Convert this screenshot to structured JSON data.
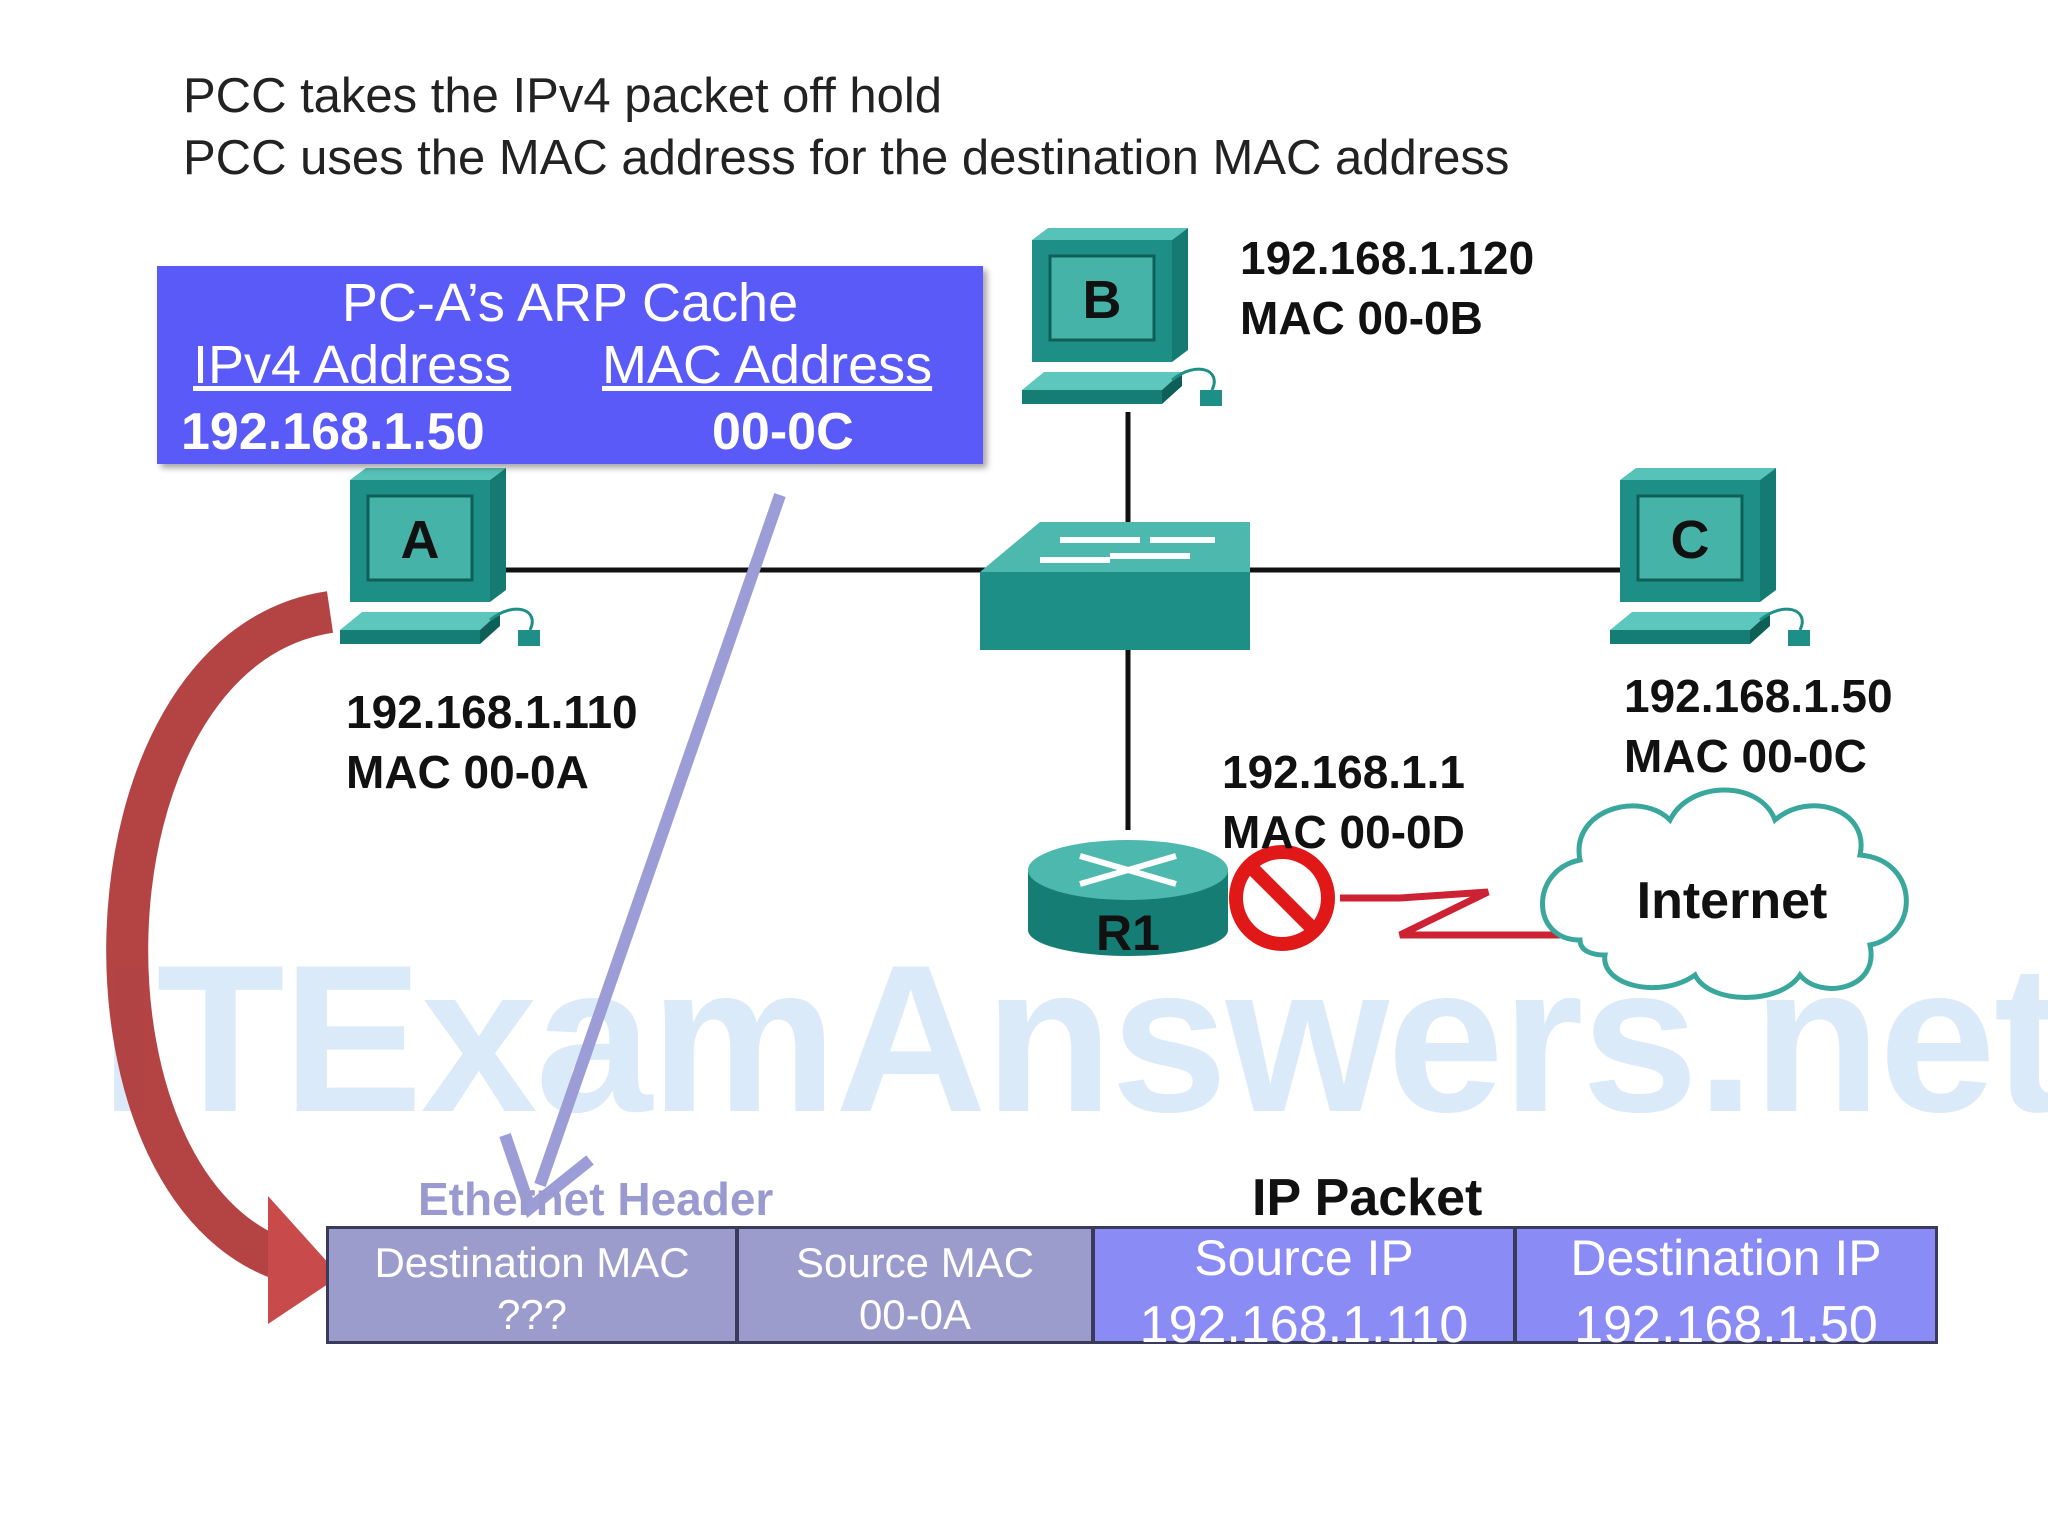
{
  "caption": {
    "line1": "PCC takes the IPv4 packet off hold",
    "line2": "PCC uses the MAC address for the destination MAC address"
  },
  "arp_cache": {
    "title": "PC-A’s ARP Cache",
    "col_ip": "IPv4 Address",
    "col_mac": "MAC Address",
    "row_ip": "192.168.1.50",
    "row_mac": "00-0C"
  },
  "hosts": {
    "a": {
      "letter": "A",
      "ip": "192.168.1.110",
      "mac": "MAC 00-0A"
    },
    "b": {
      "letter": "B",
      "ip": "192.168.1.120",
      "mac": "MAC 00-0B"
    },
    "c": {
      "letter": "C",
      "ip": "192.168.1.50",
      "mac": "MAC 00-0C"
    }
  },
  "router": {
    "name": "R1",
    "ip": "192.168.1.1",
    "mac": "MAC 00-0D"
  },
  "cloud": {
    "label": "Internet"
  },
  "watermark": "ITExamAnswers.net",
  "frame": {
    "ethernet_header_label": "Ethernet Header",
    "ip_packet_label": "IP Packet",
    "dest_mac_label": "Destination  MAC",
    "dest_mac_value": "???",
    "src_mac_label": "Source  MAC",
    "src_mac_value": "00-0A",
    "src_ip_label": "Source IP",
    "src_ip_value": "192.168.1.110",
    "dst_ip_label": "Destination IP",
    "dst_ip_value": "192.168.1.50"
  },
  "colors": {
    "arp_box": "#5a5af8",
    "device_teal": "#1e8f86",
    "eth_cells": "#9b9bcc",
    "ip_cells": "#8b8bf6",
    "red_arrow": "#b03a3a",
    "blue_arrow": "#9c9cd6",
    "serial_link": "#cc2233"
  },
  "icons": [
    "pc-icon",
    "switch-icon",
    "router-icon",
    "no-entry-icon",
    "cloud-icon",
    "curved-arrow",
    "straight-arrow"
  ]
}
